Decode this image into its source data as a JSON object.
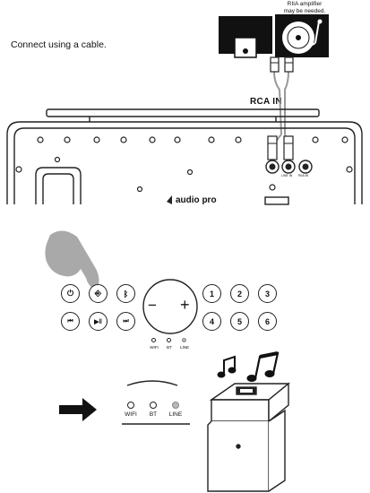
{
  "instruction": "Connect using a cable.",
  "note_line1": "RIIA amplifier",
  "note_line2": "may be needed.",
  "rca_label": "RCA IN",
  "brand": "audio pro",
  "panel_labels": [
    "LINE IN",
    "RIIA IN"
  ],
  "controls_row1": [
    {
      "icon": "power-icon",
      "glyph": "⏻"
    },
    {
      "icon": "input-select-icon",
      "glyph": "⎆"
    },
    {
      "icon": "bluetooth-icon",
      "glyph": "ᛒ"
    }
  ],
  "controls_row2": [
    {
      "icon": "previous-icon",
      "glyph": "⏮"
    },
    {
      "icon": "play-pause-icon",
      "glyph": "▶‖"
    },
    {
      "icon": "next-icon",
      "glyph": "⏭"
    }
  ],
  "volume": {
    "minus": "−",
    "plus": "+"
  },
  "presets_row1": [
    "1",
    "2",
    "3"
  ],
  "presets_row2": [
    "4",
    "5",
    "6"
  ],
  "indicators": [
    "WIFI",
    "BT",
    "LINE"
  ],
  "active_indicator": "LINE",
  "colors": {
    "line": "#111111",
    "active_led": "#b8b8b8",
    "hand": "#a9a9a9"
  }
}
